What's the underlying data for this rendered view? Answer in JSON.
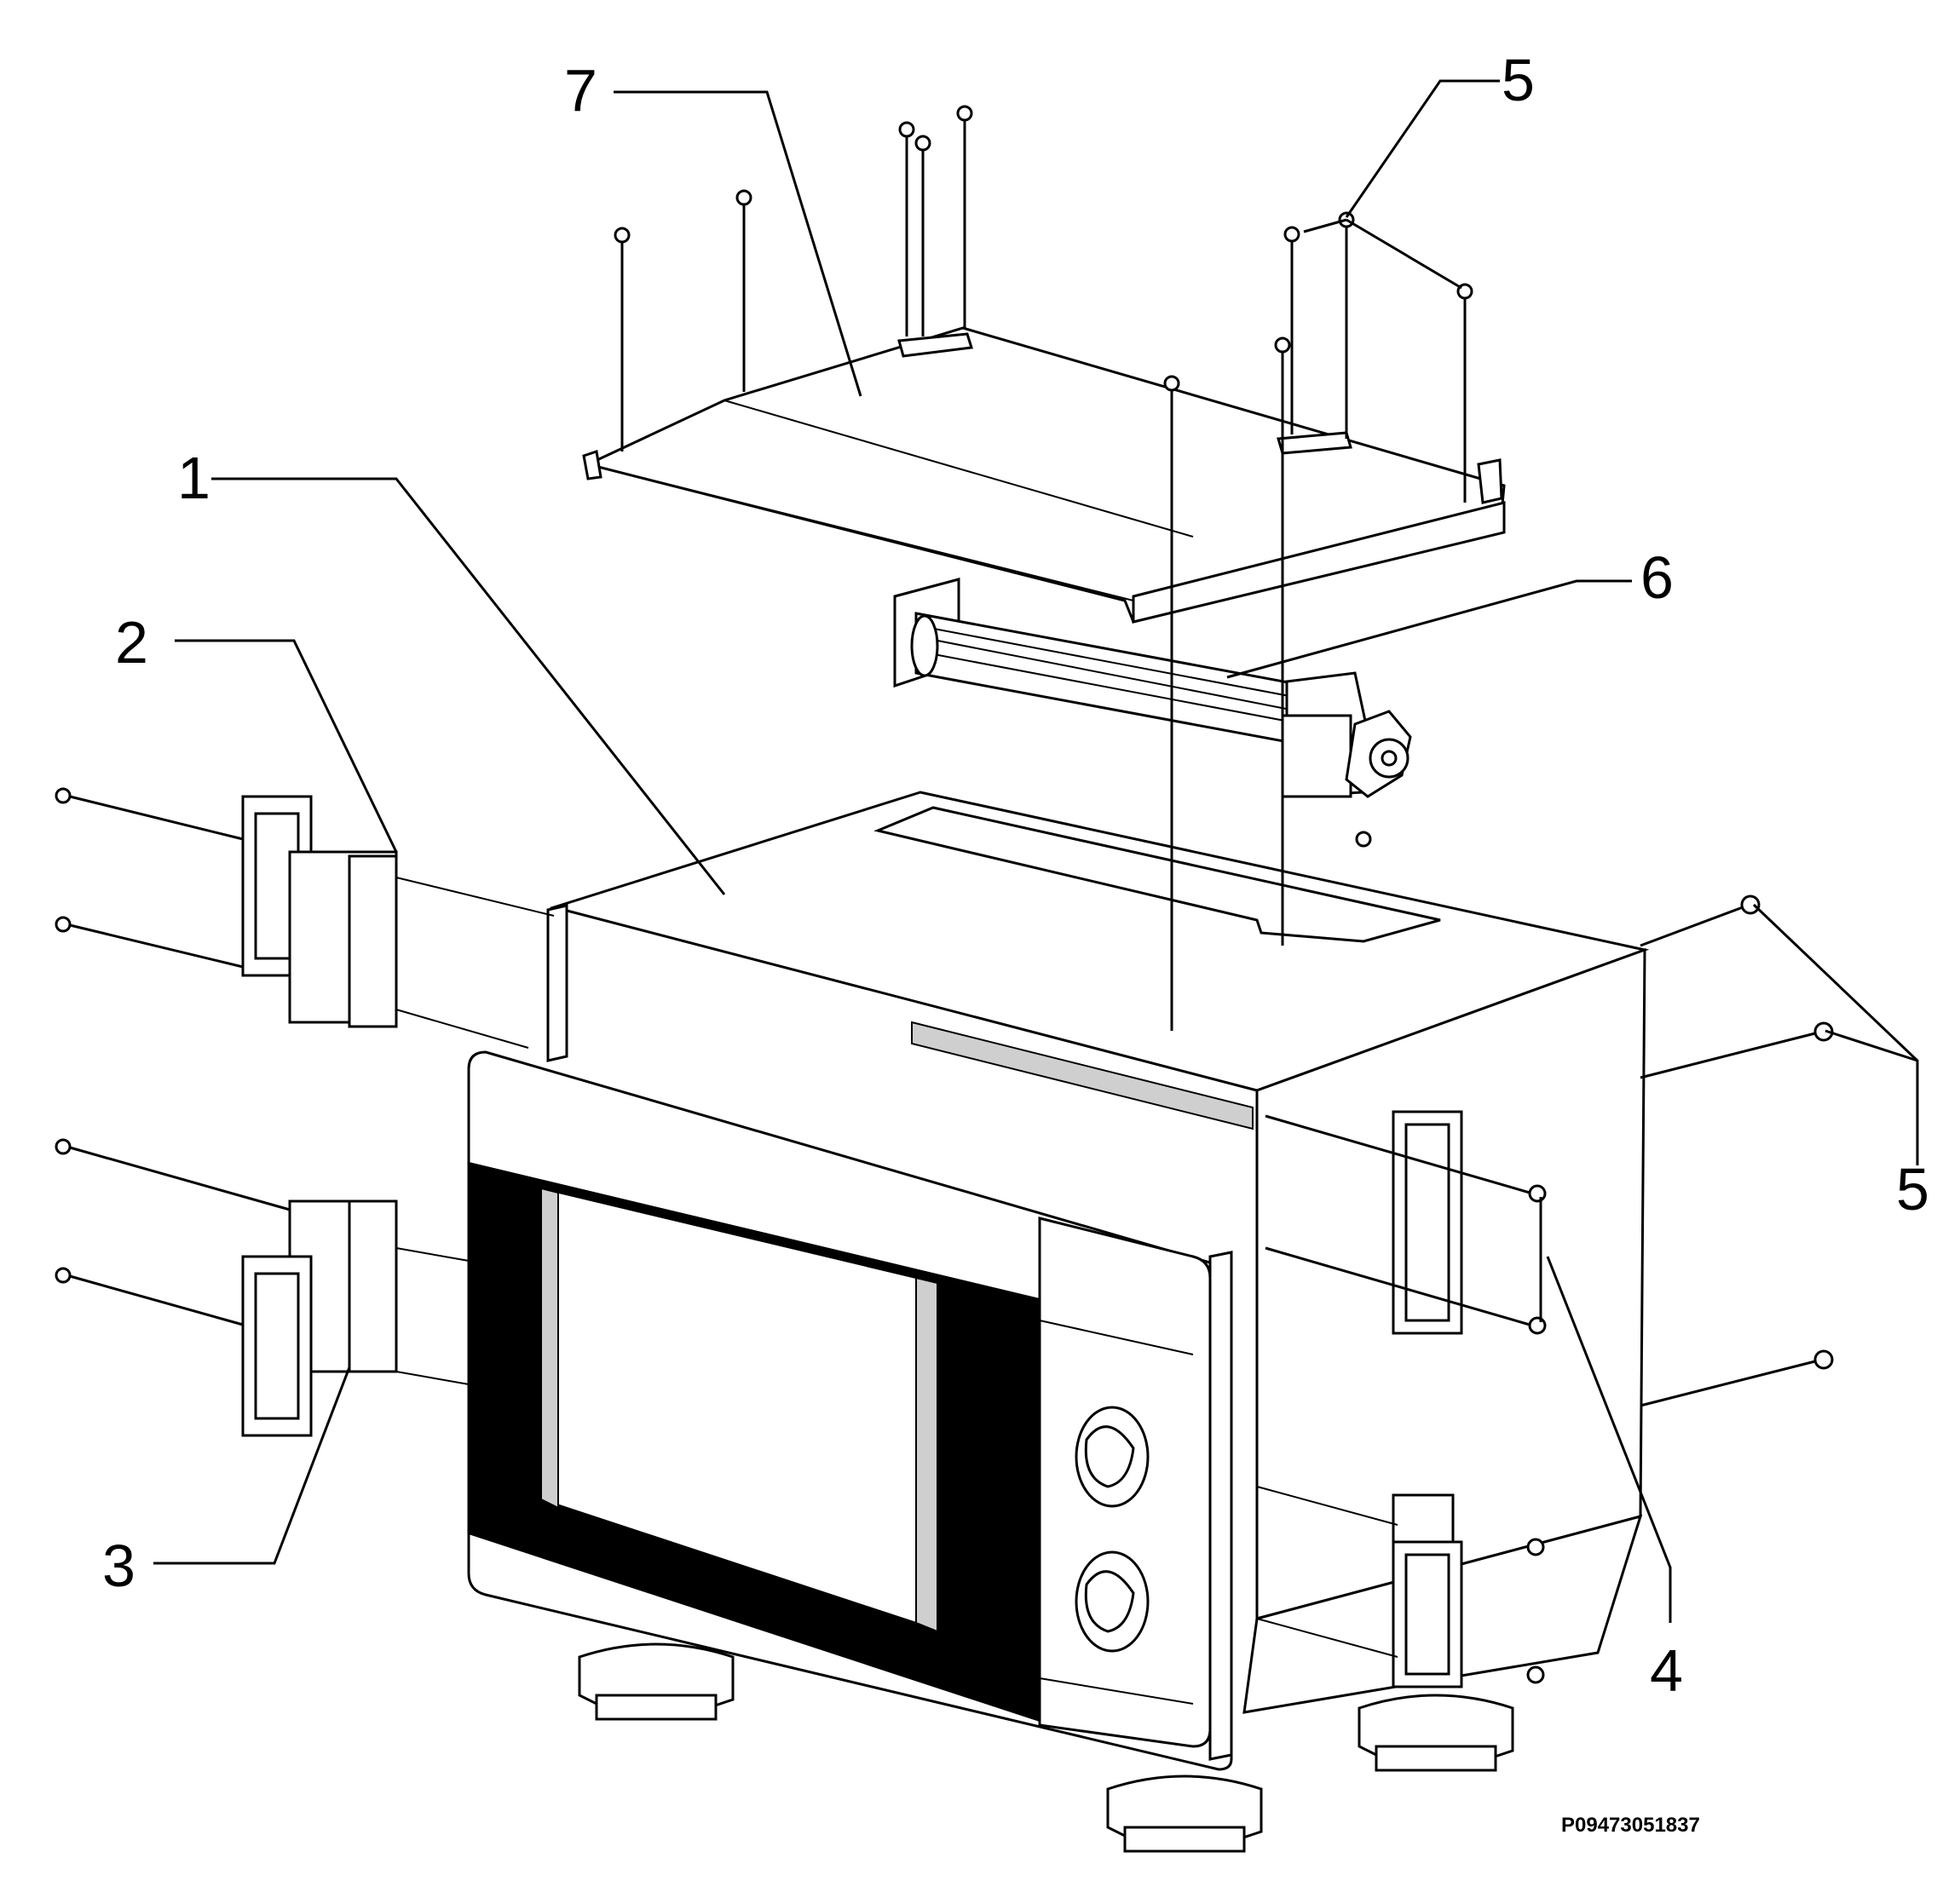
{
  "callouts": {
    "c1": "1",
    "c2": "2",
    "c3": "3",
    "c4": "4",
    "c5_top": "5",
    "c5_right": "5",
    "c6": "6",
    "c7": "7"
  },
  "part_code": "P09473051837",
  "colors": {
    "line": "#000000",
    "background": "#ffffff",
    "door_glass": "#000000",
    "knob_fill": "#ffffff"
  }
}
